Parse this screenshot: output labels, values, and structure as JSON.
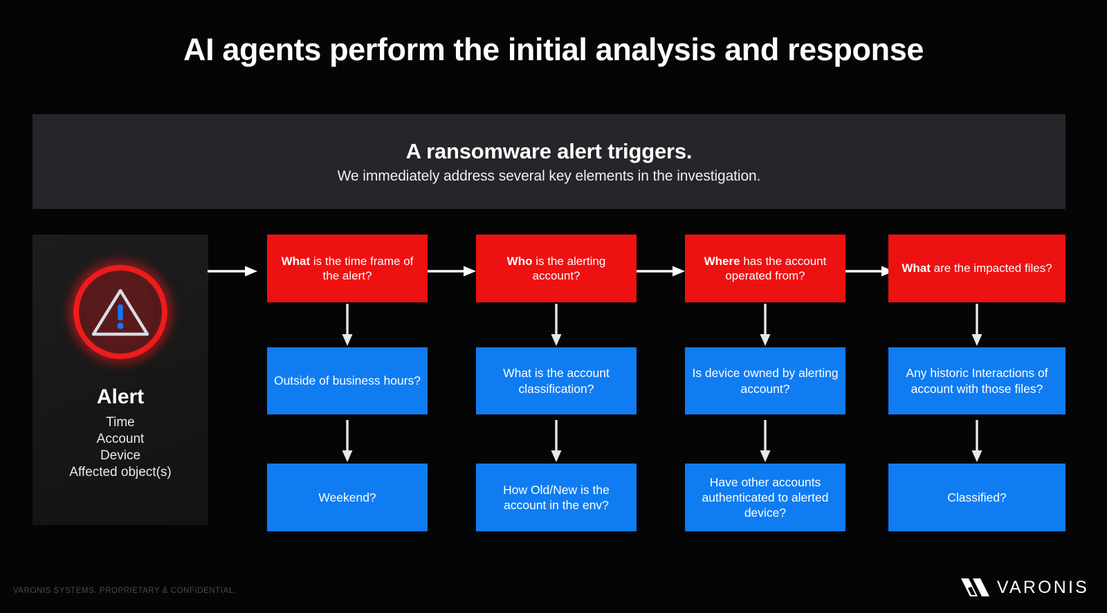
{
  "slide": {
    "title": "AI agents perform the initial analysis and response",
    "background_color": "#050505"
  },
  "banner": {
    "headline": "A ransomware alert triggers.",
    "subtext": "We immediately address several key elements in the investigation.",
    "background_color": "#26262A"
  },
  "alert_card": {
    "icon": "warning-triangle-icon",
    "ring_color": "#EC1C1C",
    "exclamation_color": "#1A73F0",
    "title": "Alert",
    "fields": [
      "Time",
      "Account",
      "Device",
      "Affected object(s)"
    ]
  },
  "flow": {
    "red_color": "#EE1111",
    "blue_color": "#0F7CF2",
    "columns": [
      {
        "question_lead": "What",
        "question_rest": " is the time frame of the alert?",
        "step2": "Outside of business hours?",
        "step3": "Weekend?"
      },
      {
        "question_lead": "Who",
        "question_rest": " is the alerting account?",
        "step2": "What is the account classification?",
        "step3": "How Old/New is the account in the env?"
      },
      {
        "question_lead": "Where",
        "question_rest": " has the account operated from?",
        "step2": "Is device owned by alerting account?",
        "step3": "Have other accounts authenticated to alerted device?"
      },
      {
        "question_lead": "What",
        "question_rest": " are the impacted files?",
        "step2": "Any historic Interactions of account with those files?",
        "step3": "Classified?"
      }
    ]
  },
  "footer": {
    "confidential_note": "VARONIS SYSTEMS. PROPRIETARY & CONFIDENTIAL.",
    "brand_name": "VARONIS",
    "brand_mark": "varonis-slash-logo-icon"
  }
}
